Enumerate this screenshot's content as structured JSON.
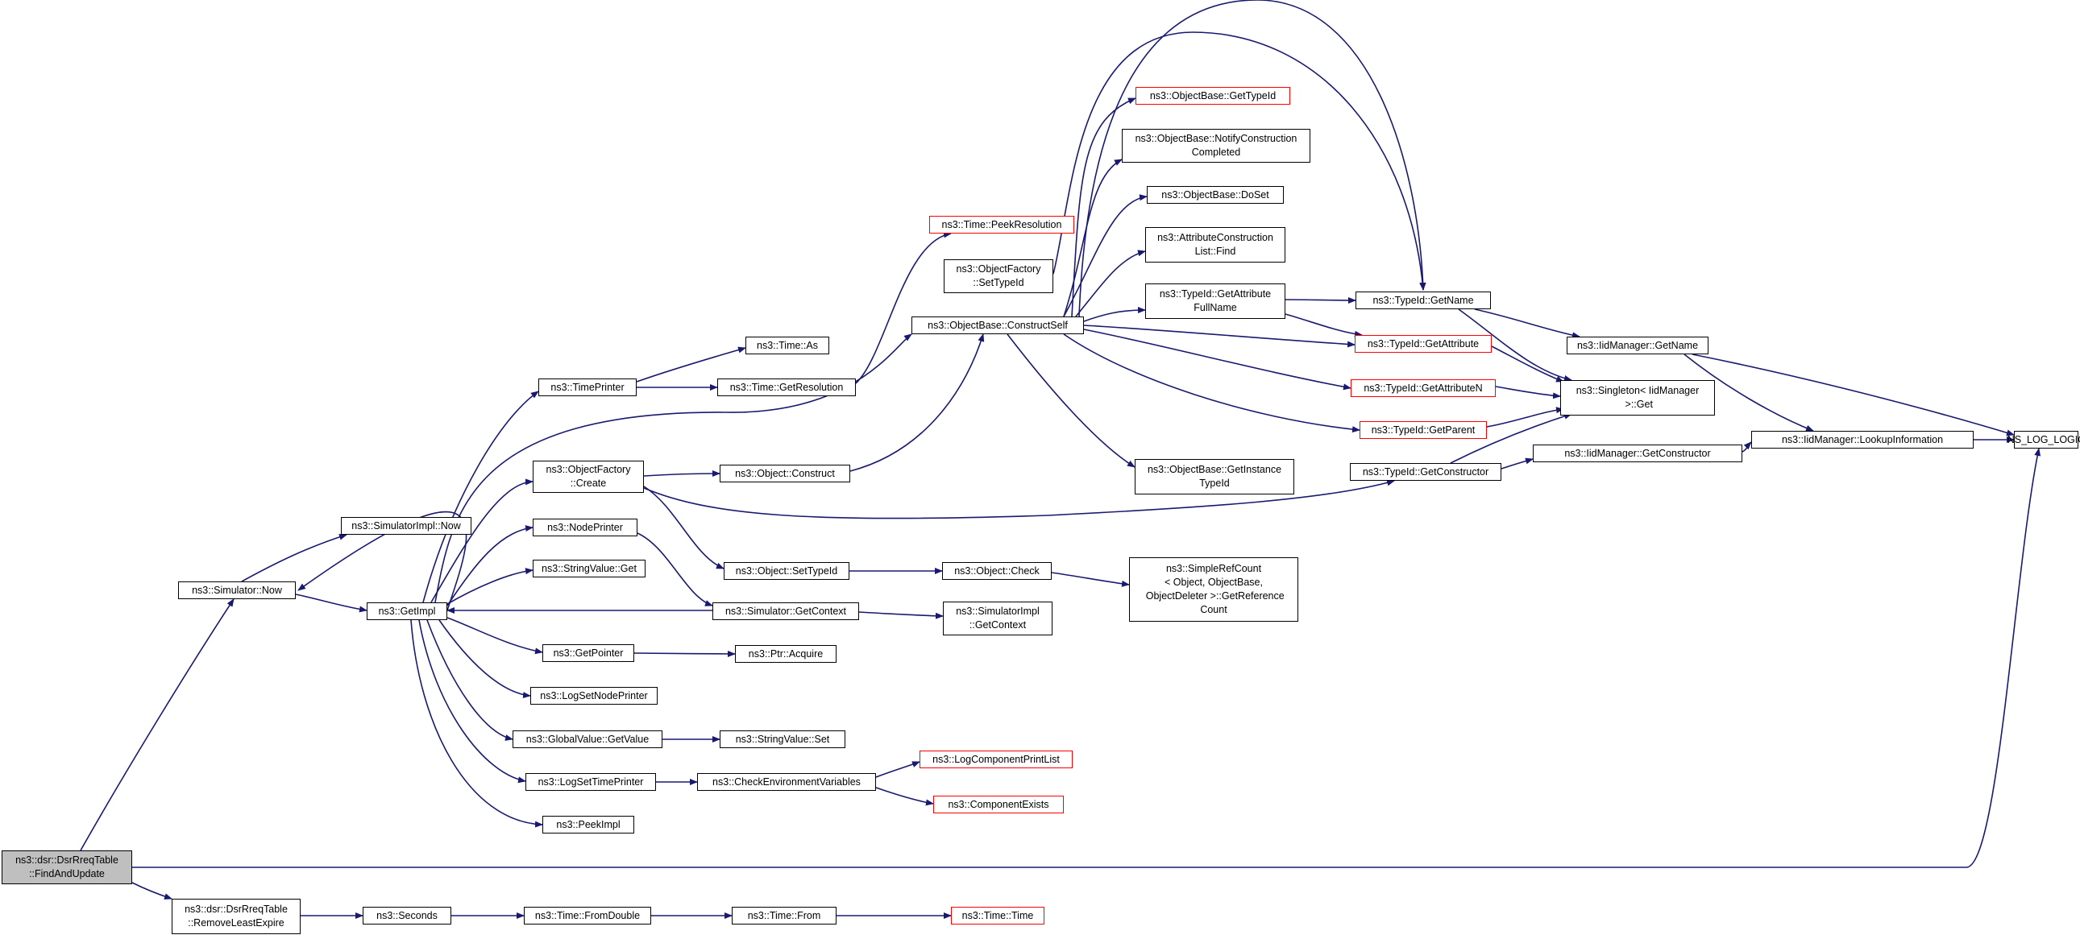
{
  "colors": {
    "edge": "#191970",
    "node_border": "#000000",
    "undocumented_border": "#ff0000",
    "root_fill": "#bfbfbf"
  },
  "nodes": [
    {
      "id": "root",
      "label": "ns3::dsr::DsrRreqTable\n::FindAndUpdate",
      "style": "root"
    },
    {
      "id": "removeLeast",
      "label": "ns3::dsr::DsrRreqTable\n::RemoveLeastExpire"
    },
    {
      "id": "seconds",
      "label": "ns3::Seconds"
    },
    {
      "id": "fromDouble",
      "label": "ns3::Time::FromDouble"
    },
    {
      "id": "timeFrom",
      "label": "ns3::Time::From"
    },
    {
      "id": "timeTime",
      "label": "ns3::Time::Time",
      "style": "red"
    },
    {
      "id": "simNow",
      "label": "ns3::Simulator::Now"
    },
    {
      "id": "simImplNow",
      "label": "ns3::SimulatorImpl::Now"
    },
    {
      "id": "getImpl",
      "label": "ns3::GetImpl"
    },
    {
      "id": "timePrinter",
      "label": "ns3::TimePrinter"
    },
    {
      "id": "ofCreate",
      "label": "ns3::ObjectFactory\n::Create"
    },
    {
      "id": "nodePrinter",
      "label": "ns3::NodePrinter"
    },
    {
      "id": "svGet",
      "label": "ns3::StringValue::Get"
    },
    {
      "id": "getPointer",
      "label": "ns3::GetPointer"
    },
    {
      "id": "logSetNode",
      "label": "ns3::LogSetNodePrinter"
    },
    {
      "id": "gvGetValue",
      "label": "ns3::GlobalValue::GetValue"
    },
    {
      "id": "logSetTime",
      "label": "ns3::LogSetTimePrinter"
    },
    {
      "id": "peekImpl",
      "label": "ns3::PeekImpl"
    },
    {
      "id": "timeAs",
      "label": "ns3::Time::As"
    },
    {
      "id": "timeGetRes",
      "label": "ns3::Time::GetResolution"
    },
    {
      "id": "timePeekRes",
      "label": "ns3::Time::PeekResolution",
      "style": "red"
    },
    {
      "id": "objConstruct",
      "label": "ns3::Object::Construct"
    },
    {
      "id": "objSetTypeId",
      "label": "ns3::Object::SetTypeId"
    },
    {
      "id": "simGetContext",
      "label": "ns3::Simulator::GetContext"
    },
    {
      "id": "ptrAcquire",
      "label": "ns3::Ptr::Acquire"
    },
    {
      "id": "svSet",
      "label": "ns3::StringValue::Set"
    },
    {
      "id": "checkEnv",
      "label": "ns3::CheckEnvironmentVariables"
    },
    {
      "id": "ofSetTypeId",
      "label": "ns3::ObjectFactory\n::SetTypeId"
    },
    {
      "id": "constructSelf",
      "label": "ns3::ObjectBase::ConstructSelf"
    },
    {
      "id": "objCheck",
      "label": "ns3::Object::Check"
    },
    {
      "id": "simImplGetCtx",
      "label": "ns3::SimulatorImpl\n::GetContext"
    },
    {
      "id": "logCompPrint",
      "label": "ns3::LogComponentPrintList",
      "style": "red"
    },
    {
      "id": "compExists",
      "label": "ns3::ComponentExists",
      "style": "red"
    },
    {
      "id": "obGetTypeId",
      "label": "ns3::ObjectBase::GetTypeId",
      "style": "red"
    },
    {
      "id": "obNotify",
      "label": "ns3::ObjectBase::NotifyConstruction\nCompleted"
    },
    {
      "id": "obDoSet",
      "label": "ns3::ObjectBase::DoSet"
    },
    {
      "id": "aclFind",
      "label": "ns3::AttributeConstruction\nList::Find"
    },
    {
      "id": "tidGetAttrFull",
      "label": "ns3::TypeId::GetAttribute\nFullName"
    },
    {
      "id": "obGetInstance",
      "label": "ns3::ObjectBase::GetInstance\nTypeId"
    },
    {
      "id": "simpleRef",
      "label": "ns3::SimpleRefCount\n< Object, ObjectBase,\n ObjectDeleter >::GetReference\nCount"
    },
    {
      "id": "tidGetName",
      "label": "ns3::TypeId::GetName"
    },
    {
      "id": "tidGetAttr",
      "label": "ns3::TypeId::GetAttribute",
      "style": "red"
    },
    {
      "id": "tidGetAttrN",
      "label": "ns3::TypeId::GetAttributeN",
      "style": "red"
    },
    {
      "id": "tidGetParent",
      "label": "ns3::TypeId::GetParent",
      "style": "red"
    },
    {
      "id": "tidGetCtor",
      "label": "ns3::TypeId::GetConstructor"
    },
    {
      "id": "iidGetName",
      "label": "ns3::IidManager::GetName"
    },
    {
      "id": "singletonGet",
      "label": "ns3::Singleton< IidManager\n >::Get"
    },
    {
      "id": "iidGetCtor",
      "label": "ns3::IidManager::GetConstructor"
    },
    {
      "id": "iidLookup",
      "label": "ns3::IidManager::LookupInformation"
    },
    {
      "id": "nsLogLogic",
      "label": "NS_LOG_LOGIC"
    }
  ],
  "edges": [
    [
      "root",
      "simNow"
    ],
    [
      "root",
      "removeLeast"
    ],
    [
      "root",
      "nsLogLogic"
    ],
    [
      "removeLeast",
      "seconds"
    ],
    [
      "seconds",
      "fromDouble"
    ],
    [
      "fromDouble",
      "timeFrom"
    ],
    [
      "timeFrom",
      "timeTime"
    ],
    [
      "simNow",
      "simImplNow"
    ],
    [
      "simNow",
      "getImpl"
    ],
    [
      "getImpl",
      "timePrinter"
    ],
    [
      "getImpl",
      "ofCreate"
    ],
    [
      "getImpl",
      "nodePrinter"
    ],
    [
      "getImpl",
      "svGet"
    ],
    [
      "getImpl",
      "getPointer"
    ],
    [
      "getImpl",
      "logSetNode"
    ],
    [
      "getImpl",
      "gvGetValue"
    ],
    [
      "getImpl",
      "logSetTime"
    ],
    [
      "getImpl",
      "peekImpl"
    ],
    [
      "getImpl",
      "simNow"
    ],
    [
      "getImpl",
      "constructSelf"
    ],
    [
      "timePrinter",
      "timeAs"
    ],
    [
      "timePrinter",
      "timeGetRes"
    ],
    [
      "timeGetRes",
      "timePeekRes"
    ],
    [
      "ofCreate",
      "objConstruct"
    ],
    [
      "ofCreate",
      "objSetTypeId"
    ],
    [
      "ofCreate",
      "tidGetCtor"
    ],
    [
      "nodePrinter",
      "simGetContext"
    ],
    [
      "simGetContext",
      "getImpl"
    ],
    [
      "simGetContext",
      "simImplGetCtx"
    ],
    [
      "getPointer",
      "ptrAcquire"
    ],
    [
      "gvGetValue",
      "svSet"
    ],
    [
      "logSetTime",
      "checkEnv"
    ],
    [
      "checkEnv",
      "logCompPrint"
    ],
    [
      "checkEnv",
      "compExists"
    ],
    [
      "objConstruct",
      "constructSelf"
    ],
    [
      "objSetTypeId",
      "objCheck"
    ],
    [
      "objCheck",
      "simpleRef"
    ],
    [
      "constructSelf",
      "obGetTypeId"
    ],
    [
      "constructSelf",
      "obNotify"
    ],
    [
      "constructSelf",
      "obDoSet"
    ],
    [
      "constructSelf",
      "aclFind"
    ],
    [
      "constructSelf",
      "tidGetAttrFull"
    ],
    [
      "constructSelf",
      "tidGetAttr"
    ],
    [
      "constructSelf",
      "tidGetAttrN"
    ],
    [
      "constructSelf",
      "tidGetParent"
    ],
    [
      "constructSelf",
      "obGetInstance"
    ],
    [
      "constructSelf",
      "tidGetName"
    ],
    [
      "ofSetTypeId",
      "tidGetName"
    ],
    [
      "tidGetAttrFull",
      "tidGetName"
    ],
    [
      "tidGetAttrFull",
      "tidGetAttr"
    ],
    [
      "tidGetName",
      "iidGetName"
    ],
    [
      "tidGetName",
      "singletonGet"
    ],
    [
      "tidGetAttr",
      "singletonGet"
    ],
    [
      "tidGetAttrN",
      "singletonGet"
    ],
    [
      "tidGetParent",
      "singletonGet"
    ],
    [
      "tidGetCtor",
      "singletonGet"
    ],
    [
      "tidGetCtor",
      "iidGetCtor"
    ],
    [
      "iidGetName",
      "iidLookup"
    ],
    [
      "iidGetName",
      "nsLogLogic"
    ],
    [
      "iidGetCtor",
      "iidLookup"
    ],
    [
      "iidLookup",
      "nsLogLogic"
    ]
  ]
}
